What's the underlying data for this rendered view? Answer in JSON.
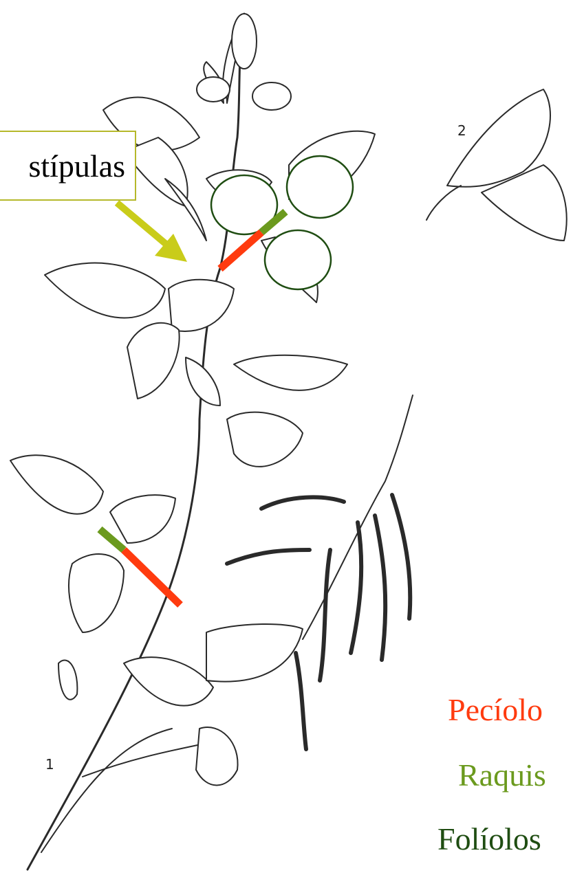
{
  "callout": {
    "label": "stípulas"
  },
  "figure_numbers": {
    "plant": "1",
    "flower": "2"
  },
  "legend": {
    "peciolo": "Pecíolo",
    "raquis": "Raquis",
    "foliolos": "Folíolos"
  },
  "colors": {
    "peciolo": "#ff3b0f",
    "raquis": "#6b9a1e",
    "foliolos": "#1f4d12",
    "callout_border": "#b5b82a",
    "callout_arrow": "#c9cc1a",
    "sketch": "#2a2a2a"
  }
}
